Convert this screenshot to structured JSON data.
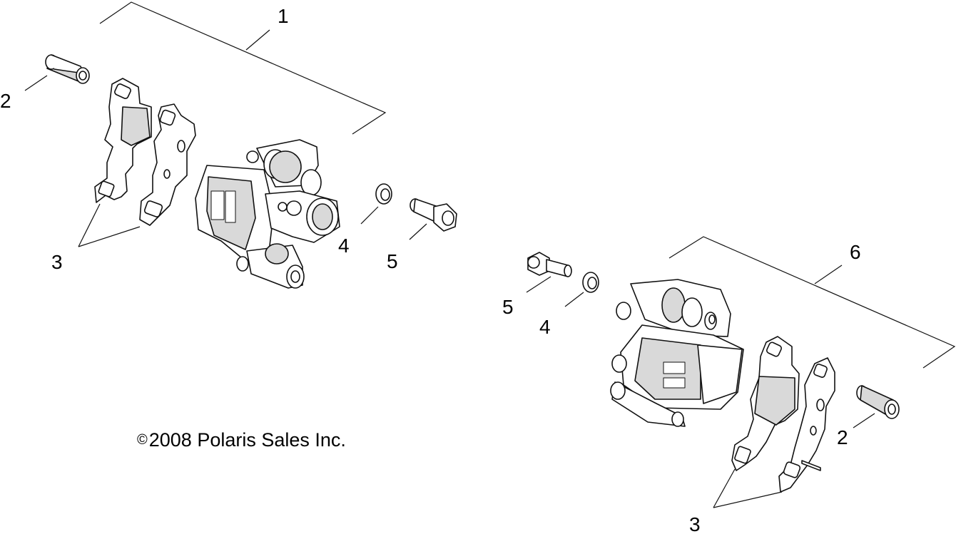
{
  "diagram": {
    "callouts": {
      "assembly_left": "1",
      "bushing_left": "2",
      "pads_left": "3",
      "washer_left": "4",
      "bolt_left": "5",
      "assembly_right": "6",
      "bolt_right": "5",
      "washer_right": "4",
      "bushing_right": "2",
      "pads_right": "3"
    },
    "copyright": {
      "symbol": "©",
      "text": "2008 Polaris Sales Inc."
    }
  }
}
